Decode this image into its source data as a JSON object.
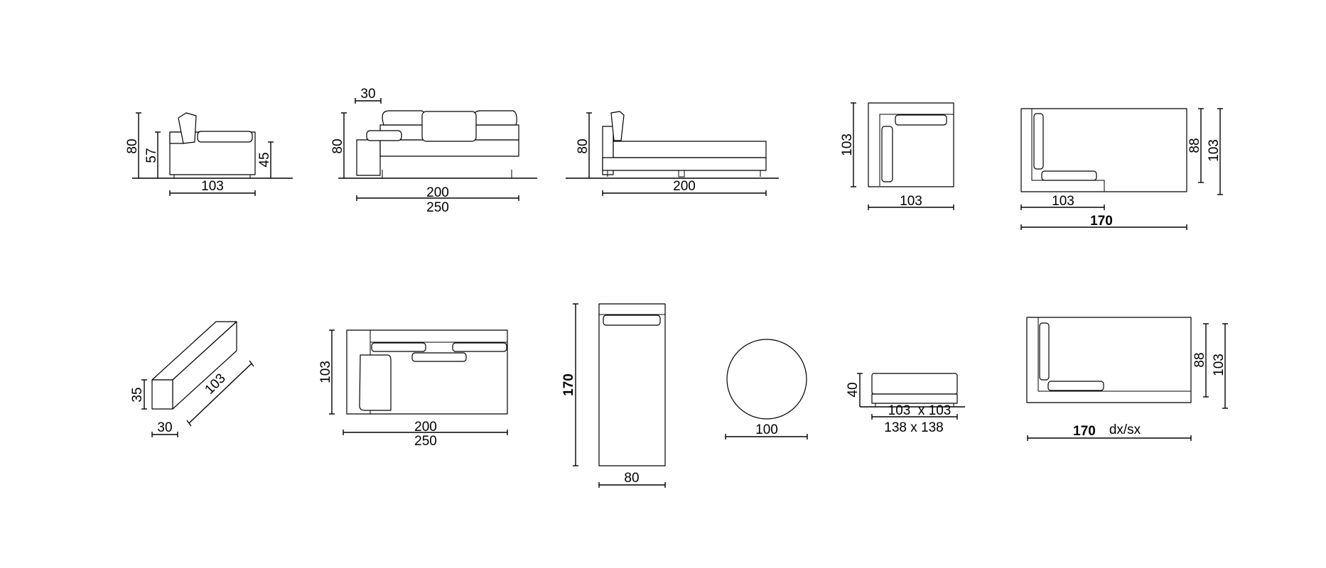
{
  "colors": {
    "line": "#000000",
    "background": "#ffffff"
  },
  "views": {
    "armchair_side": {
      "h_total": "80",
      "h_back": "57",
      "h_seat": "45",
      "depth": "103"
    },
    "sofa_front": {
      "armrest": "30",
      "height": "80",
      "seat_width": "200",
      "total_width": "250"
    },
    "chaise_side": {
      "height": "80",
      "length": "200"
    },
    "corner_top": {
      "width": "103",
      "depth": "103"
    },
    "chaise_top": {
      "seat_depth": "103",
      "length": "170",
      "seat_width": "88",
      "total_width": "103"
    },
    "bolster": {
      "height": "35",
      "width": "30",
      "length": "103"
    },
    "sofa_top": {
      "depth": "103",
      "seat_width": "200",
      "total_width": "250"
    },
    "daybed_top": {
      "length": "170",
      "width": "80"
    },
    "round_table": {
      "diameter": "100"
    },
    "ottoman": {
      "height": "40",
      "size_small": "103  x 103",
      "size_large": "138 x 138"
    },
    "chaise_top_2": {
      "length": "170",
      "variant": "dx/sx",
      "seat_width": "88",
      "total_width": "103"
    }
  }
}
